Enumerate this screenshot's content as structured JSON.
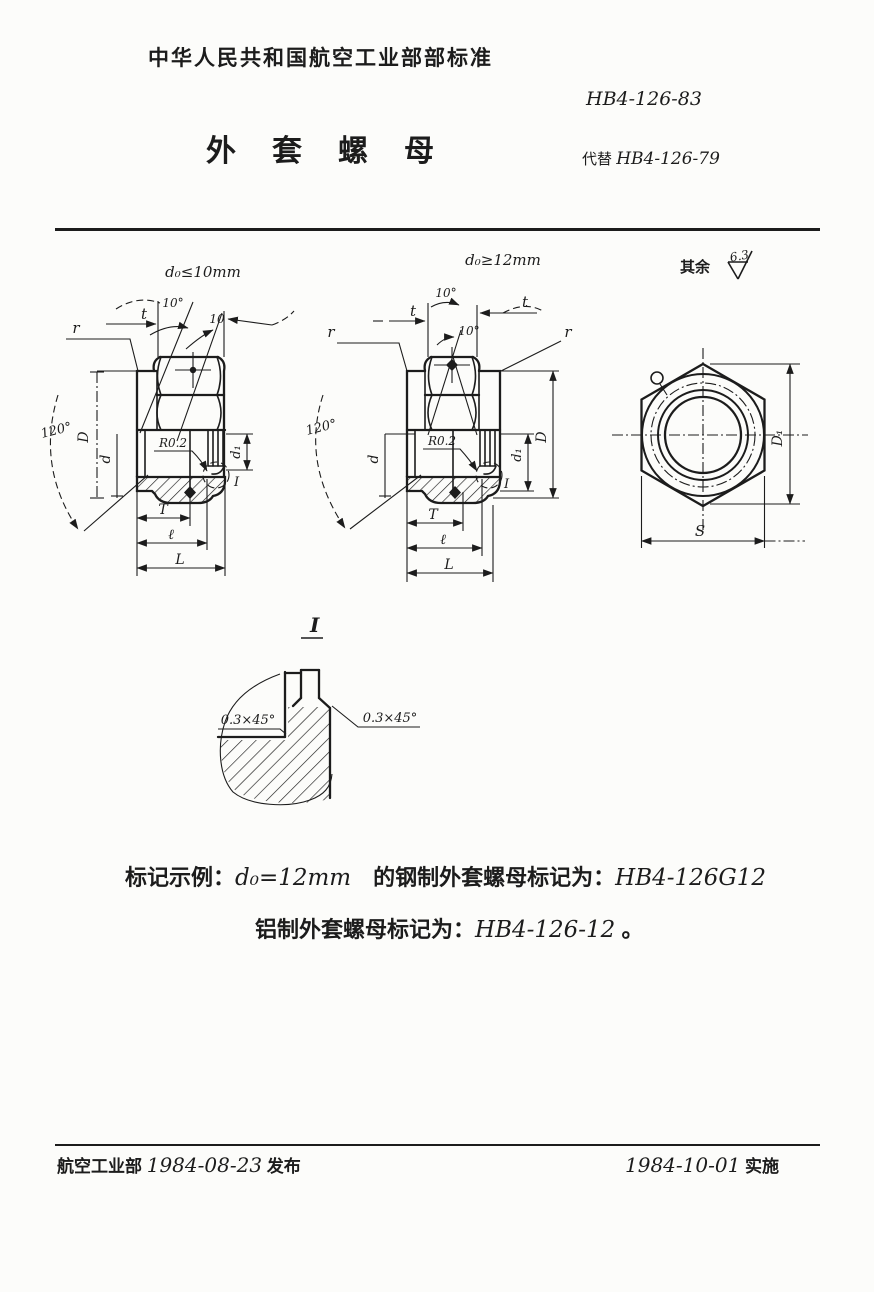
{
  "header": {
    "ministry_line": "中华人民共和国航空工业部部标准"
  },
  "title_block": {
    "standard_no": "HB4-126-83",
    "doc_title": "外套螺母",
    "replaces_label": "代替",
    "replaces_no": "HB4-126-79"
  },
  "drawing_left": {
    "caption": "d₀≤10mm",
    "angle1": "10°",
    "angle2": "10",
    "t": "t",
    "r": "r",
    "angle120": "120°",
    "dim_D": "D",
    "dim_d": "d",
    "dim_d1": "d₁",
    "fillet": "R0.2",
    "detail_ref": "I",
    "dim_T": "T",
    "dim_l": "ℓ",
    "dim_L": "L"
  },
  "drawing_middle": {
    "caption": "d₀≥12mm",
    "angle1": "10°",
    "angle2": "10°",
    "t_left": "t",
    "t_right": "t",
    "r_left": "r",
    "r_right": "r",
    "angle120": "120°",
    "dim_D": "D",
    "dim_d": "d",
    "dim_d1": "d₁",
    "fillet": "R0.2",
    "detail_ref": "I",
    "dim_T": "T",
    "dim_l": "ℓ",
    "dim_L": "L"
  },
  "drawing_right": {
    "roughness_label": "其余",
    "roughness_value": "6.3",
    "dim_D1": "D₁",
    "dim_S": "S"
  },
  "drawing_detail": {
    "title": "I",
    "chamfer_left": "0.3×45°",
    "chamfer_right": "0.3×45°"
  },
  "marking": {
    "example_label": "标记示例：",
    "dim_text": "d₀=12mm",
    "steel_text": "　的钢制外套螺母标记为：",
    "steel_code": "HB4-126G12",
    "alum_text": "铝制外套螺母标记为：",
    "alum_code": "HB4-126-12",
    "period": " 。"
  },
  "footer": {
    "agency": "航空工业部 ",
    "issue_date": "1984-08-23",
    "issued_label": " 发布",
    "impl_date": "1984-10-01",
    "impl_label": "  实施"
  }
}
